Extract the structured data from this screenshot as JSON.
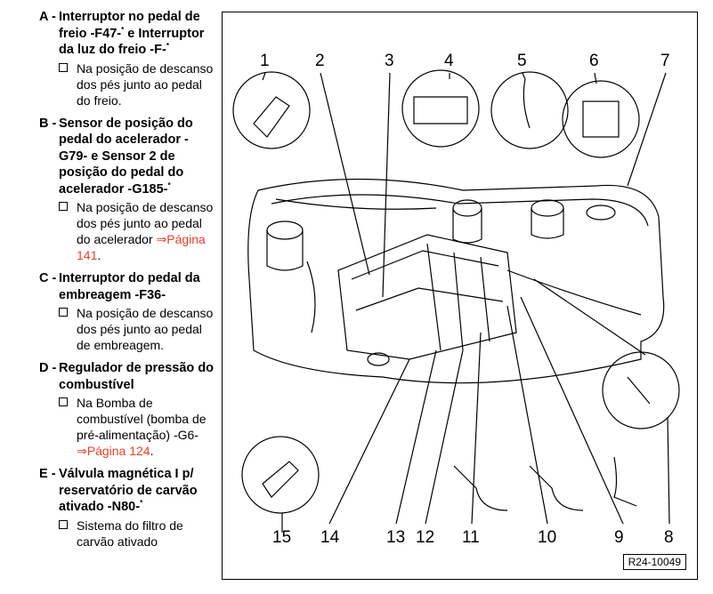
{
  "items": [
    {
      "letter": "A -",
      "title_1": "Interruptor no pedal de freio -F47-",
      "star_1": "*",
      "title_2": " e Interruptor da luz do freio -F-",
      "star_2": "*",
      "sub": "Na posição de descanso dos pés junto ao pedal do freio."
    },
    {
      "letter": "B -",
      "title_1": "Sensor de posição do pedal do acelerador -G79- e Sensor 2 de posição do pedal do acelerador -G185-",
      "star_1": "*",
      "sub": "Na posição de descanso dos pés junto ao pedal do acelerador ",
      "link": "⇒Página 141",
      "sub_end": "."
    },
    {
      "letter": "C -",
      "title_1": "Interruptor do pedal da embreagem -F36-",
      "sub": "Na posição de descanso dos pés junto ao pedal de embreagem."
    },
    {
      "letter": "D -",
      "title_1": "Regulador de pressão do combustível",
      "sub": "Na Bomba de combustível (bomba de pré-alimentação) -G6- ",
      "link": "⇒Página 124",
      "sub_end": "."
    },
    {
      "letter": "E -",
      "title_1": "Válvula magnética I p/ reservatório de carvão ativado -N80-",
      "star_1": "*",
      "sub": "Sistema do filtro de carvão ativado"
    }
  ],
  "diagram": {
    "top_labels": [
      "1",
      "2",
      "3",
      "4",
      "5",
      "6",
      "7"
    ],
    "bottom_labels": [
      "15",
      "14",
      "13",
      "12",
      "11",
      "10",
      "9",
      "8"
    ],
    "reference": "R24-10049"
  }
}
